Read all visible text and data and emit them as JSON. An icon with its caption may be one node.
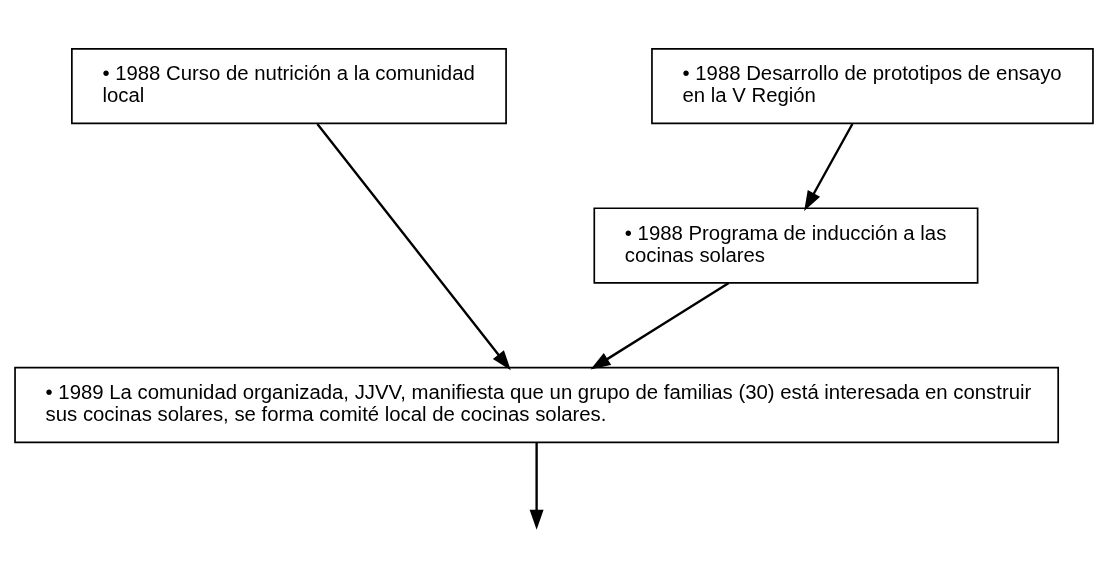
{
  "diagram": {
    "nodes": [
      {
        "text": [
          "• 1988 Curso de nutrición a la comunidad local"
        ]
      },
      {
        "text": [
          "• 1988 Desarrollo de prototipos de ensayo en la V Región"
        ]
      },
      {
        "text": [
          "• 1988 Programa de inducción a las cocinas solares"
        ]
      },
      {
        "text": [
          "• 1989 La comunidad organizada, JJVV, manifiesta que un grupo de familias (30) está interesada en construir sus cocinas solares, se forma comité local de cocinas solares."
        ]
      }
    ],
    "edges": [
      {
        "from": 0,
        "to": 3,
        "arrow": "to"
      },
      {
        "from": 1,
        "to": 2,
        "arrow": "to"
      },
      {
        "from": 2,
        "to": 3,
        "arrow": "to"
      },
      {
        "from": 3,
        "to": null,
        "arrow": "to"
      }
    ]
  }
}
